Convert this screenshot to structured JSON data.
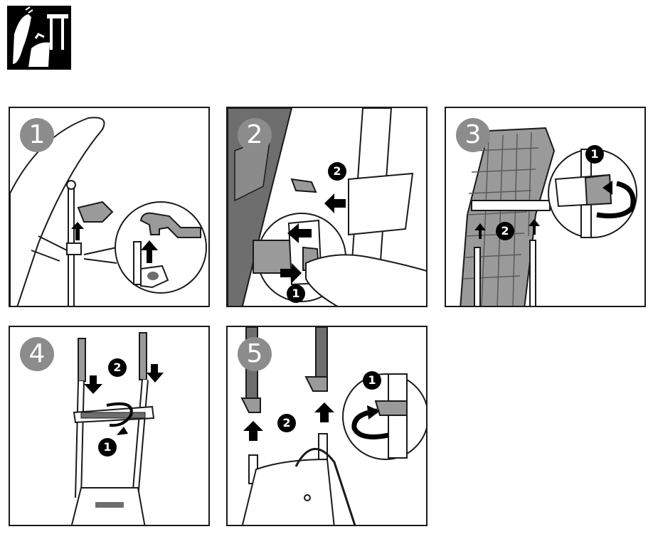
{
  "steps": [
    {
      "number": "1",
      "subs": []
    },
    {
      "number": "2",
      "subs": [
        "2",
        "1"
      ]
    },
    {
      "number": "3",
      "subs": [
        "1",
        "2"
      ]
    },
    {
      "number": "4",
      "subs": [
        "2",
        "1"
      ]
    },
    {
      "number": "5",
      "subs": [
        "1",
        "2"
      ]
    }
  ],
  "colors": {
    "badge": "#8c8c8c",
    "line": "#1a1a1a",
    "gray_fill": "#9a9a9a",
    "dark_fill": "#6e6e6e"
  }
}
